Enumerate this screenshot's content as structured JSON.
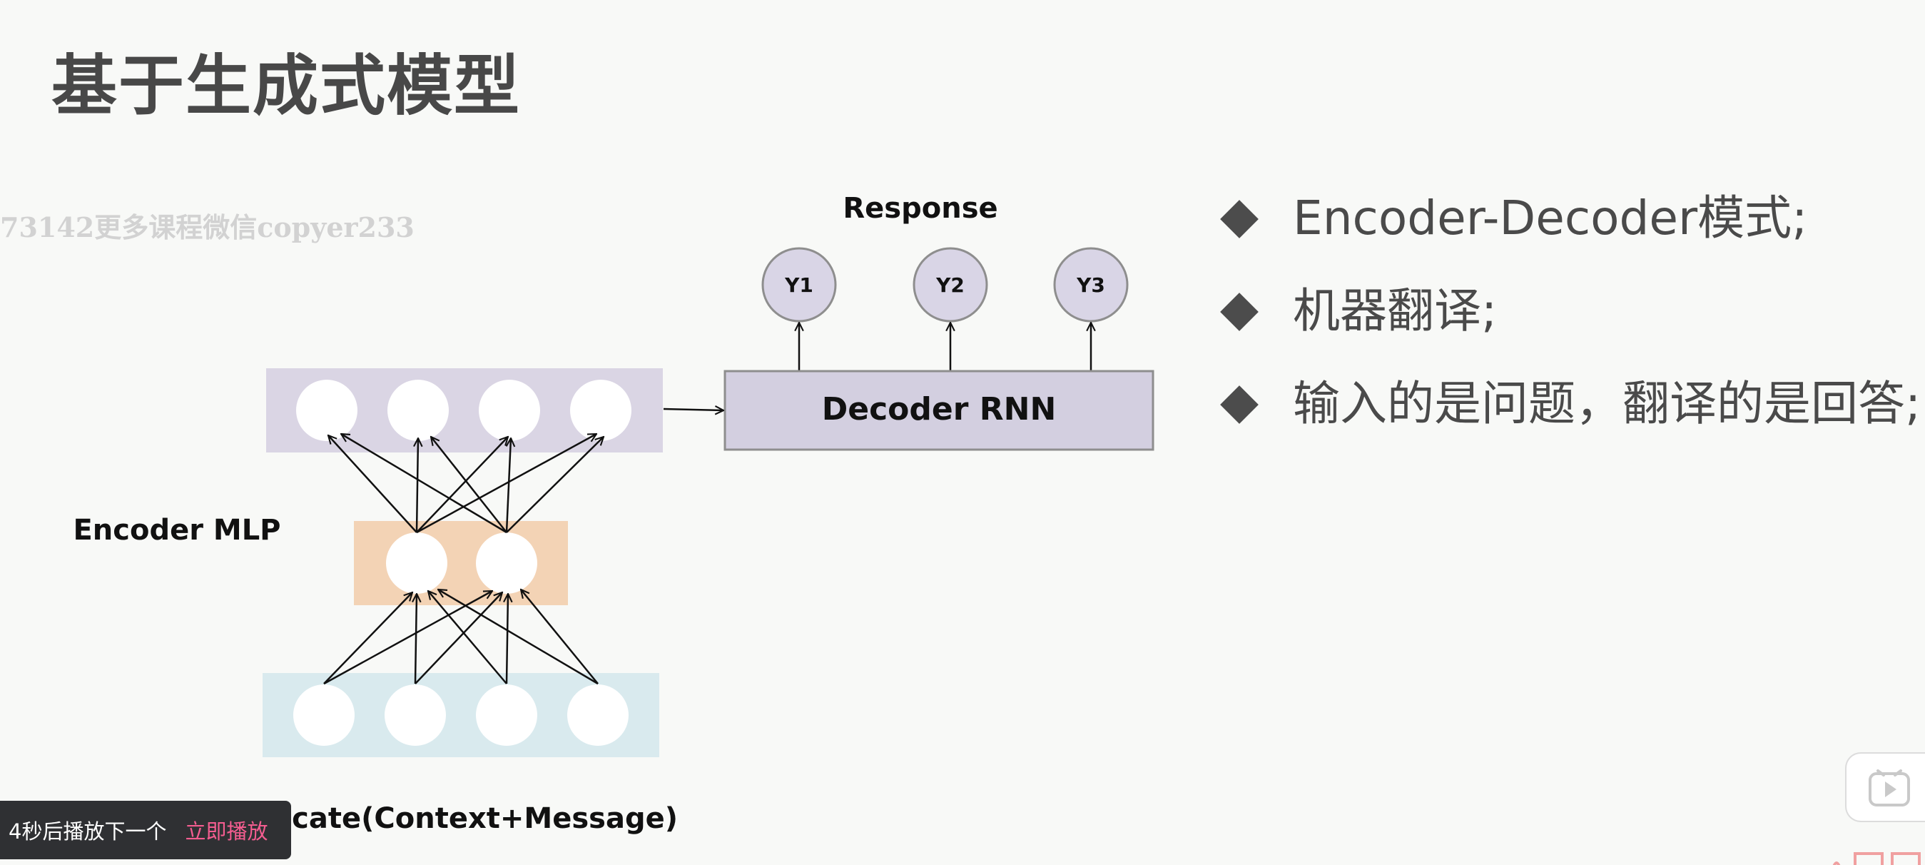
{
  "slide": {
    "title": "基于生成式模型",
    "watermark": "73142更多课程微信copyer233"
  },
  "diagram": {
    "response_label": "Response",
    "outputs": [
      "Y1",
      "Y2",
      "Y3"
    ],
    "decoder_label": "Decoder RNN",
    "encoder_label": "Encoder MLP",
    "input_label": "Concate(Context+Message)",
    "colors": {
      "encoder_output_layer": "#dad5e4",
      "hidden_layer": "#f3d3b5",
      "input_layer": "#d9eaee",
      "decoder_box": "#d3cfe0",
      "output_node": "#d9d5e6"
    }
  },
  "bullets": [
    "Encoder-Decoder模式;",
    "机器翻译;",
    "输入的是问题，翻译的是回答;"
  ],
  "player": {
    "autoplay_message": "4秒后播放下一个",
    "play_now_label": "立即播放",
    "play_icon": "play-icon",
    "logo_icon": "logo-icon"
  }
}
